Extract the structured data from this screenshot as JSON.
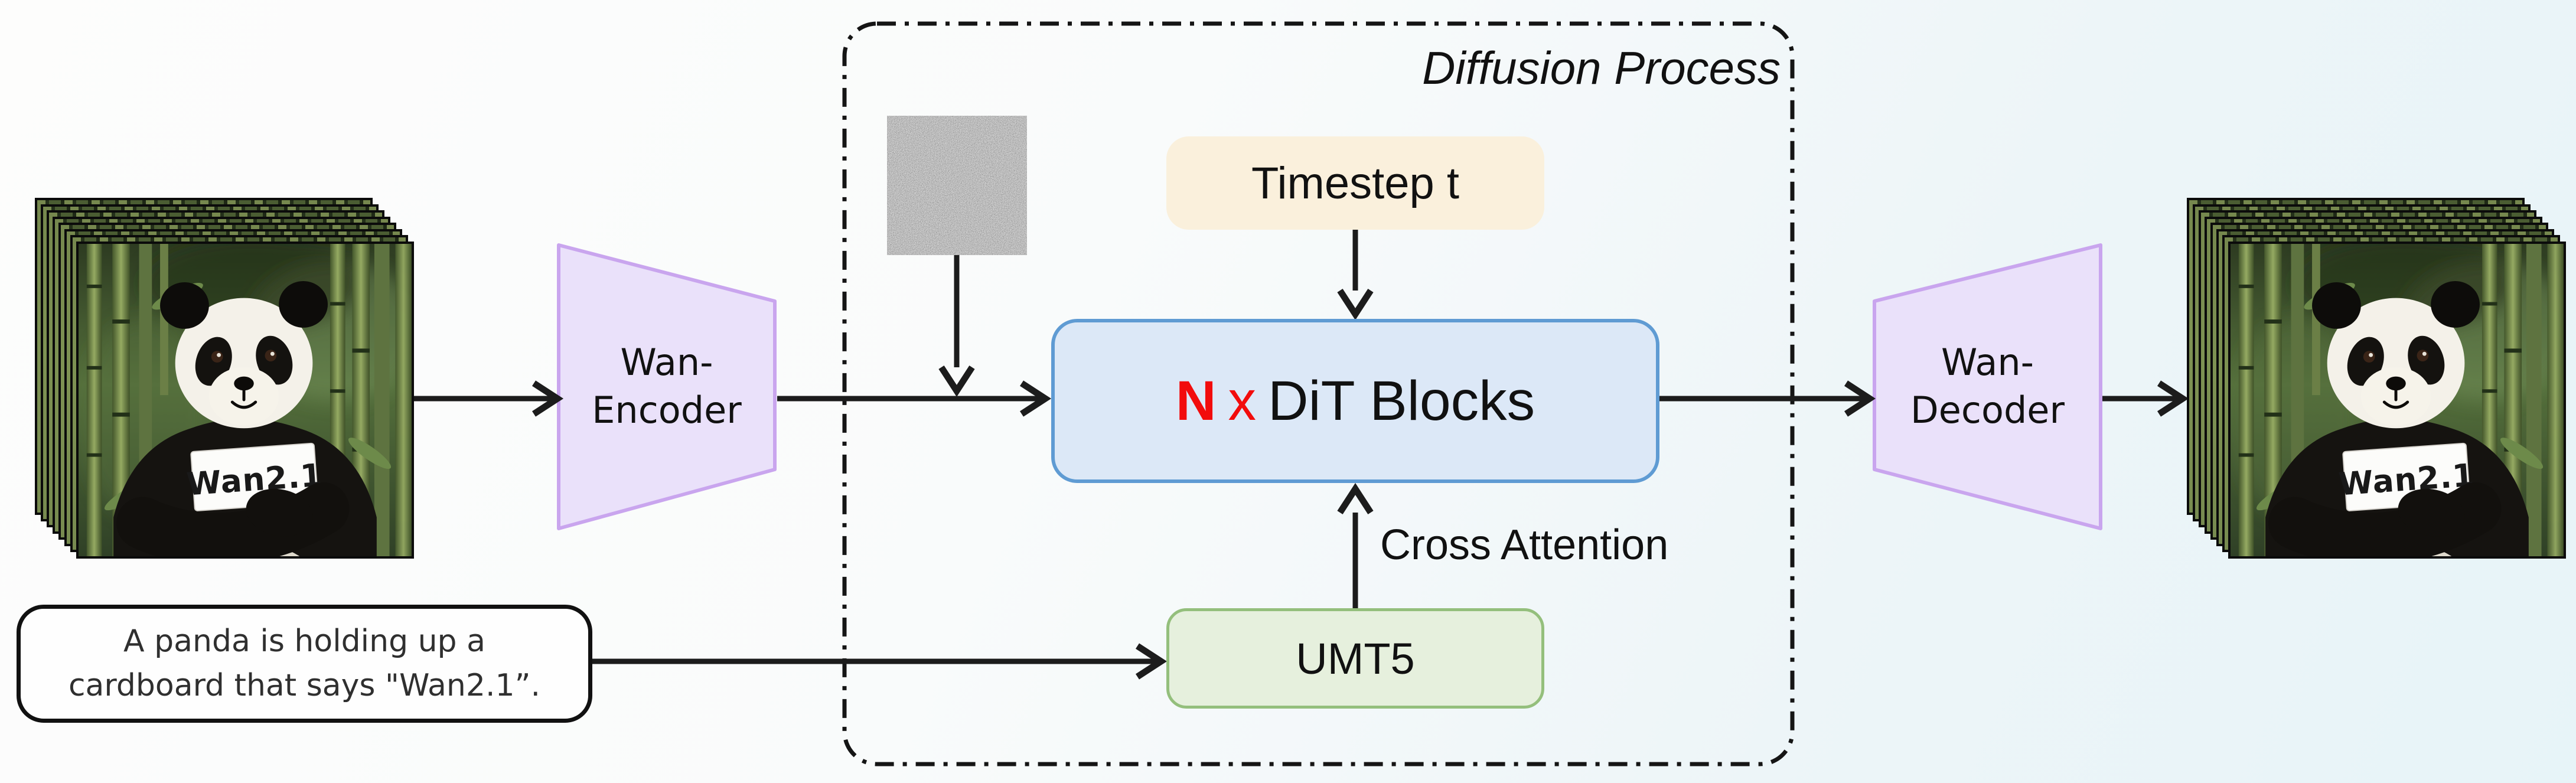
{
  "scene": {
    "sign_text": "Wan2.1"
  },
  "pipeline": {
    "encoder_label": "Wan-\nEncoder",
    "decoder_label": "Wan-\nDecoder",
    "diffusion_box_title": "Diffusion Process",
    "timestep_label": "Timestep t",
    "dit_n": "N",
    "dit_times": "x",
    "dit_blocks": "DiT Blocks",
    "cross_attention_label": "Cross Attention",
    "umt5_label": "UMT5",
    "prompt_text": "A panda is holding up a\ncardboard that says \"Wan2.1”."
  },
  "colors": {
    "line": "#1c1c1c",
    "dashed": "#151515",
    "vae_fill": "#eae1fa",
    "vae_stroke": "#c9a5ee",
    "dit_fill": "#dce8f7",
    "dit_stroke": "#5f9bd3",
    "timestep_fill": "#faf0dc",
    "umt5_fill": "#e6f0dd",
    "umt5_stroke": "#94bf7c",
    "prompt_bg": "#fefefe",
    "prompt_border": "#111111",
    "accent_red": "#f20c0c",
    "text_dark": "#111111",
    "prompt_text_color": "#2f2f2f"
  }
}
